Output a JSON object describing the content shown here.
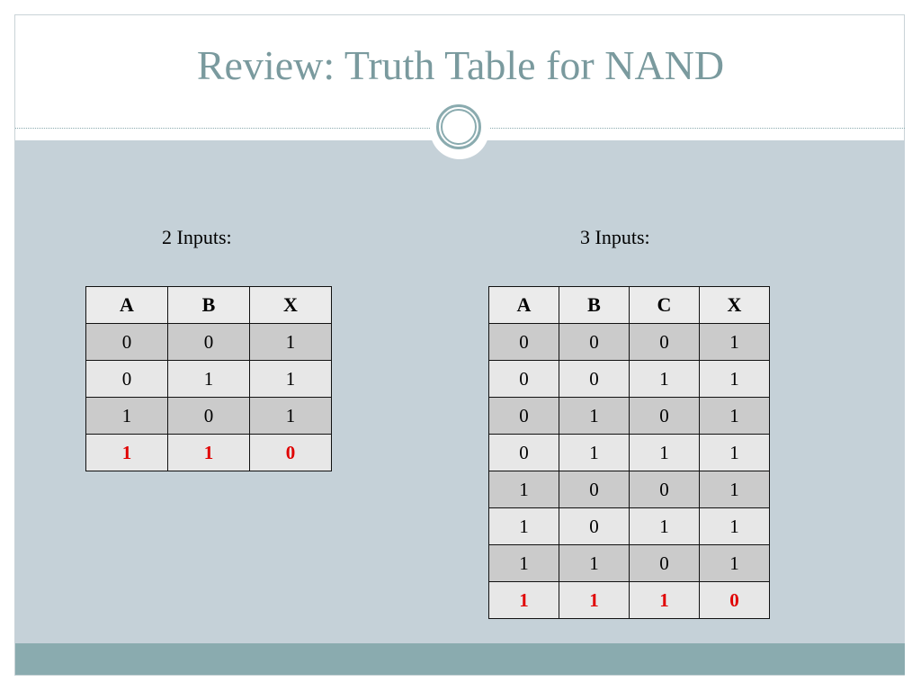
{
  "slide": {
    "title": "Review: Truth Table for NAND"
  },
  "two_input": {
    "label": "2 Inputs:",
    "headers": [
      "A",
      "B",
      "X"
    ],
    "rows": [
      [
        "0",
        "0",
        "1"
      ],
      [
        "0",
        "1",
        "1"
      ],
      [
        "1",
        "0",
        "1"
      ],
      [
        "1",
        "1",
        "0"
      ]
    ]
  },
  "three_input": {
    "label": "3 Inputs:",
    "headers": [
      "A",
      "B",
      "C",
      "X"
    ],
    "rows": [
      [
        "0",
        "0",
        "0",
        "1"
      ],
      [
        "0",
        "0",
        "1",
        "1"
      ],
      [
        "0",
        "1",
        "0",
        "1"
      ],
      [
        "0",
        "1",
        "1",
        "1"
      ],
      [
        "1",
        "0",
        "0",
        "1"
      ],
      [
        "1",
        "0",
        "1",
        "1"
      ],
      [
        "1",
        "1",
        "0",
        "1"
      ],
      [
        "1",
        "1",
        "1",
        "0"
      ]
    ]
  },
  "colors": {
    "title": "#7a9a9e",
    "content_band": "#c5d1d8",
    "footer_band": "#8aabaf",
    "highlight_row_text": "#e00000"
  }
}
